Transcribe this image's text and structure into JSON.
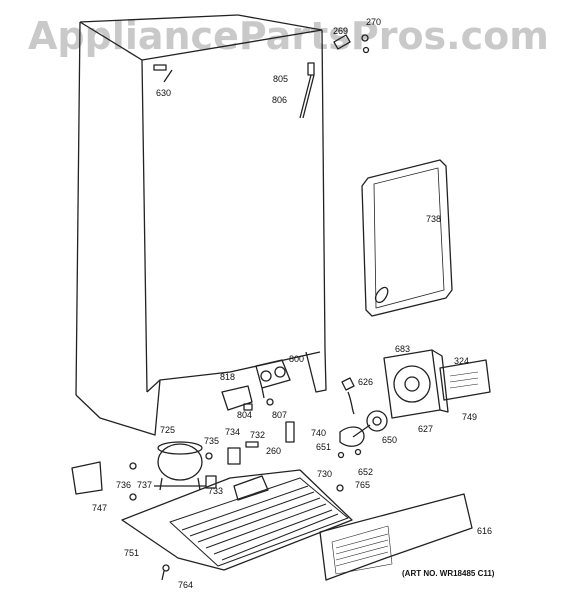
{
  "watermark": "AppliancePartsPros.com",
  "art_number": "(ART NO. WR18485 C11)",
  "parts": {
    "p269": "269",
    "p270": "270",
    "p630": "630",
    "p805": "805",
    "p806": "806",
    "p738": "738",
    "p683": "683",
    "p324": "324",
    "p800": "800",
    "p818": "818",
    "p626": "626",
    "p804": "804",
    "p807": "807",
    "p749": "749",
    "p627": "627",
    "p725": "725",
    "p735": "735",
    "p734": "734",
    "p732": "732",
    "p740": "740",
    "p651": "651",
    "p650": "650",
    "p260": "260",
    "p652": "652",
    "p730": "730",
    "p736": "736",
    "p737": "737",
    "p733": "733",
    "p765": "765",
    "p747": "747",
    "p751": "751",
    "p616": "616",
    "p764": "764"
  }
}
